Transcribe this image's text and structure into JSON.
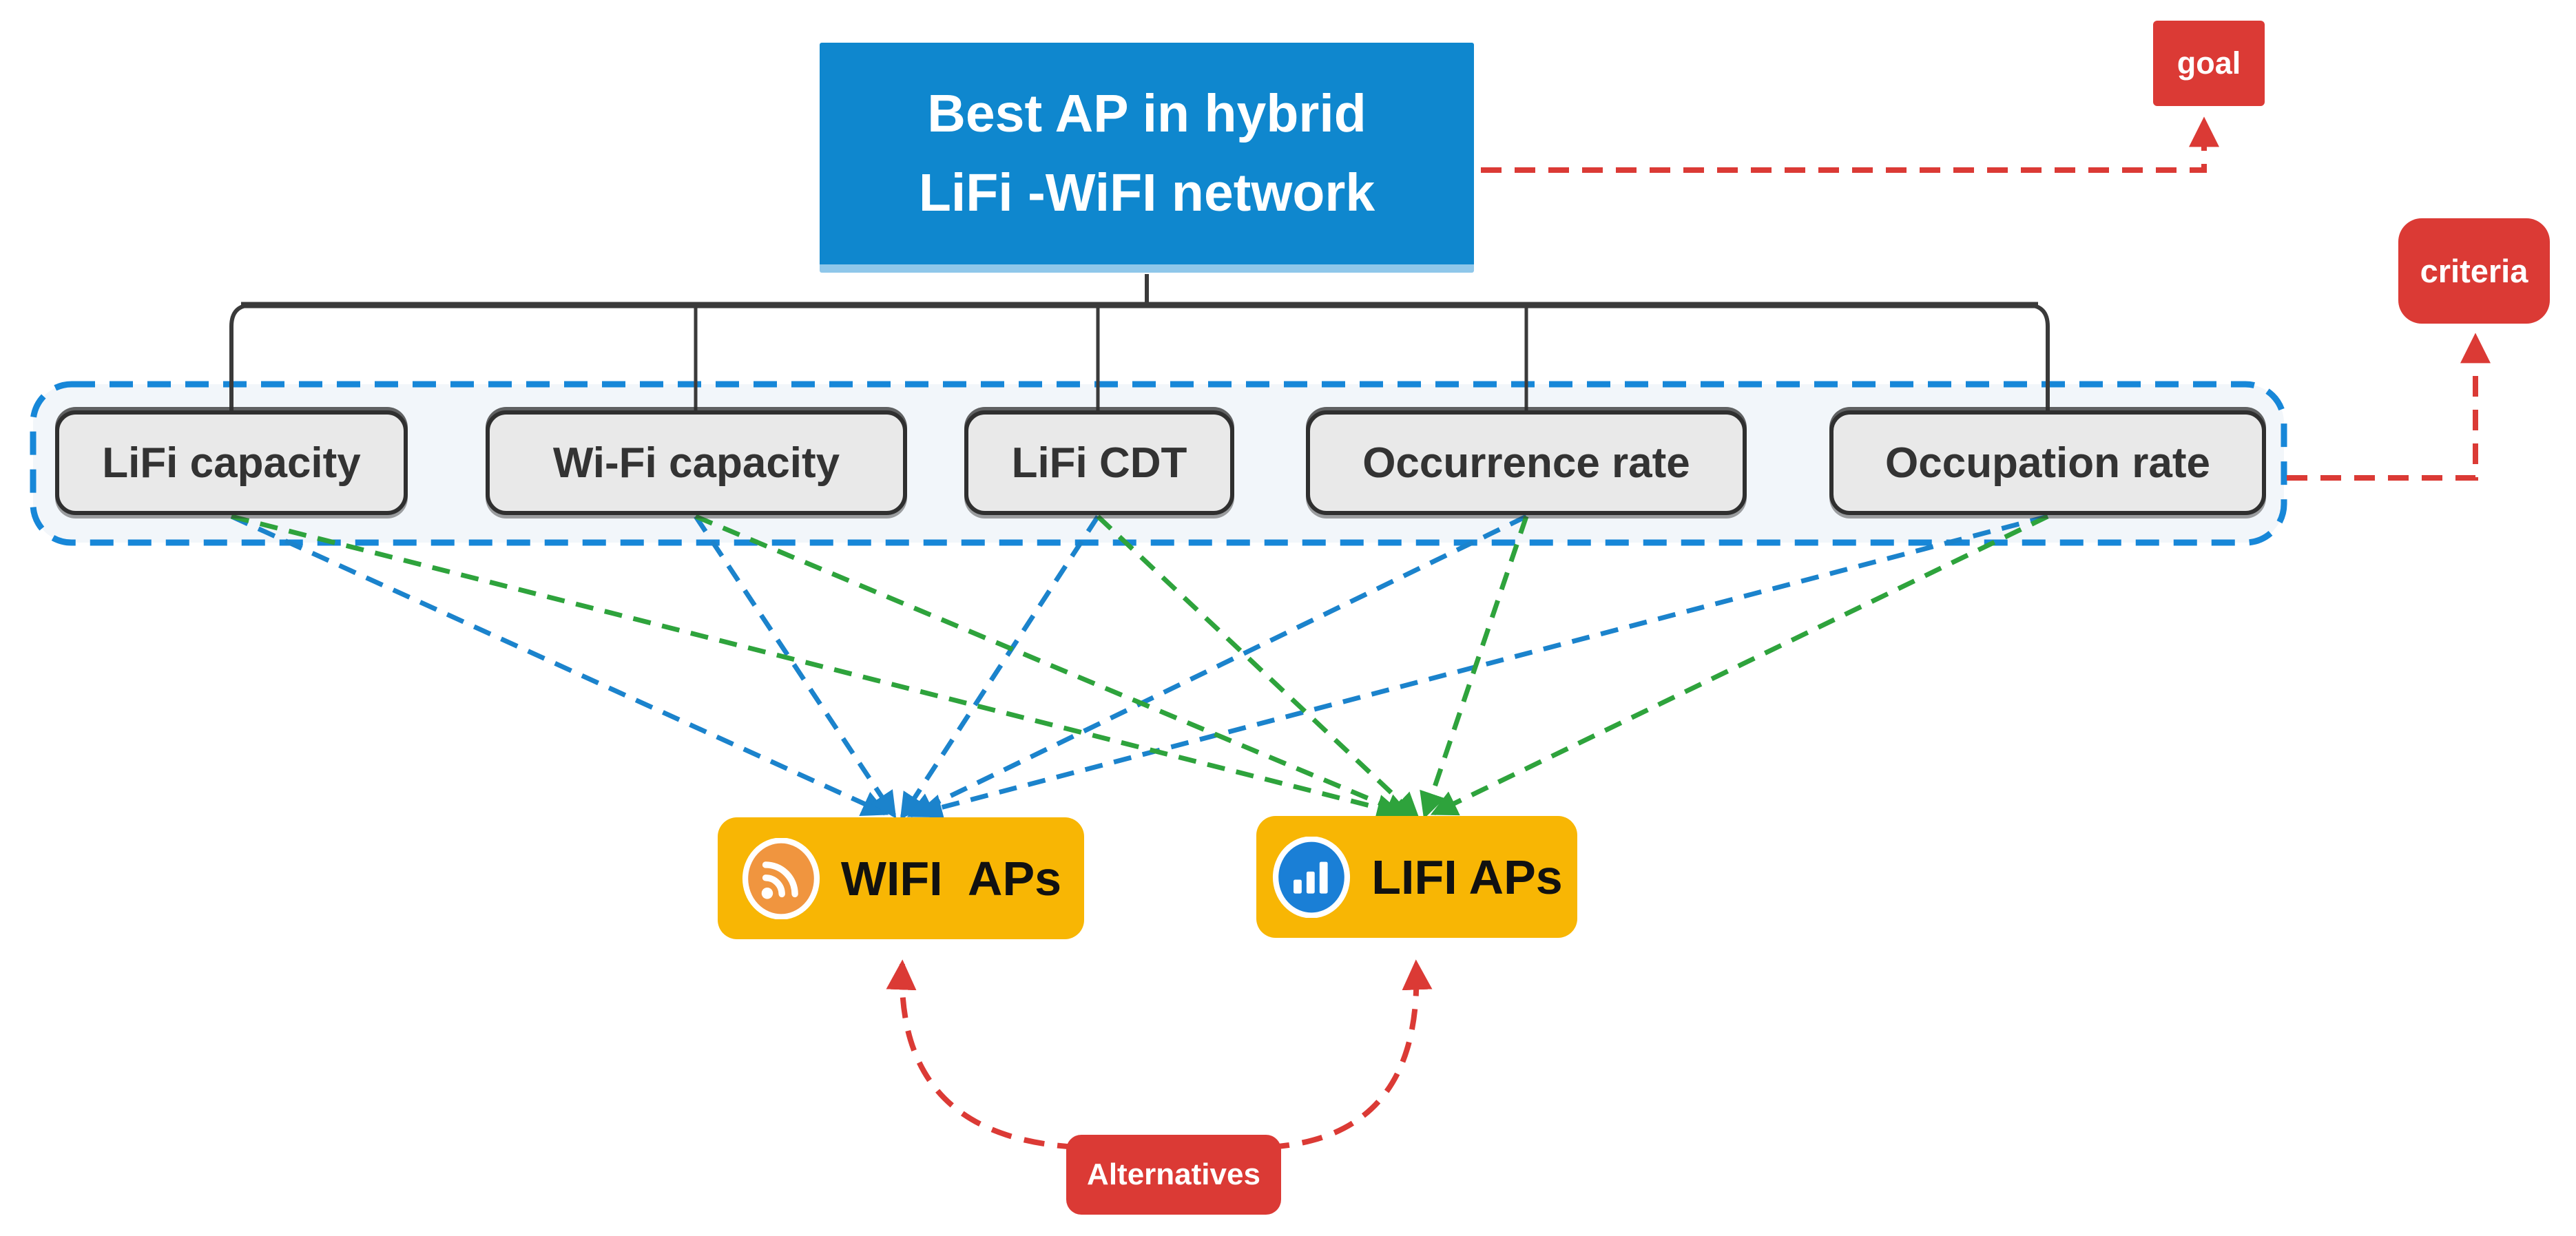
{
  "goal_node": {
    "line1": "Best AP in hybrid",
    "line2": "LiFi -WiFI network"
  },
  "side_labels": {
    "goal": "goal",
    "criteria": "criteria",
    "alternatives": "Alternatives"
  },
  "criteria": {
    "items": [
      {
        "label": "LiFi capacity"
      },
      {
        "label": "Wi-Fi capacity"
      },
      {
        "label": "LiFi CDT"
      },
      {
        "label": "Occurrence rate"
      },
      {
        "label": "Occupation rate"
      }
    ]
  },
  "alternatives": {
    "wifi": {
      "label": "WIFI  APs",
      "icon": "wifi-rss-icon"
    },
    "lifi": {
      "label": "LIFI APs",
      "icon": "bar-chart-icon"
    }
  },
  "colors": {
    "node_blue": "#0F87CE",
    "node_blue_edge": "#8FC7EA",
    "accent_red": "#DB3A35",
    "accent_yellow": "#F8B604",
    "line_blue": "#1B83CC",
    "line_green": "#2EA33C",
    "container_blue": "#1787D8",
    "container_fill": "#F2F6FA",
    "box_gray": "#E9E9E9",
    "box_border": "#2F2F2F",
    "ink": "#3A3A3A",
    "icon_orange": "#F0953F",
    "icon_blue": "#1A7FD6"
  }
}
